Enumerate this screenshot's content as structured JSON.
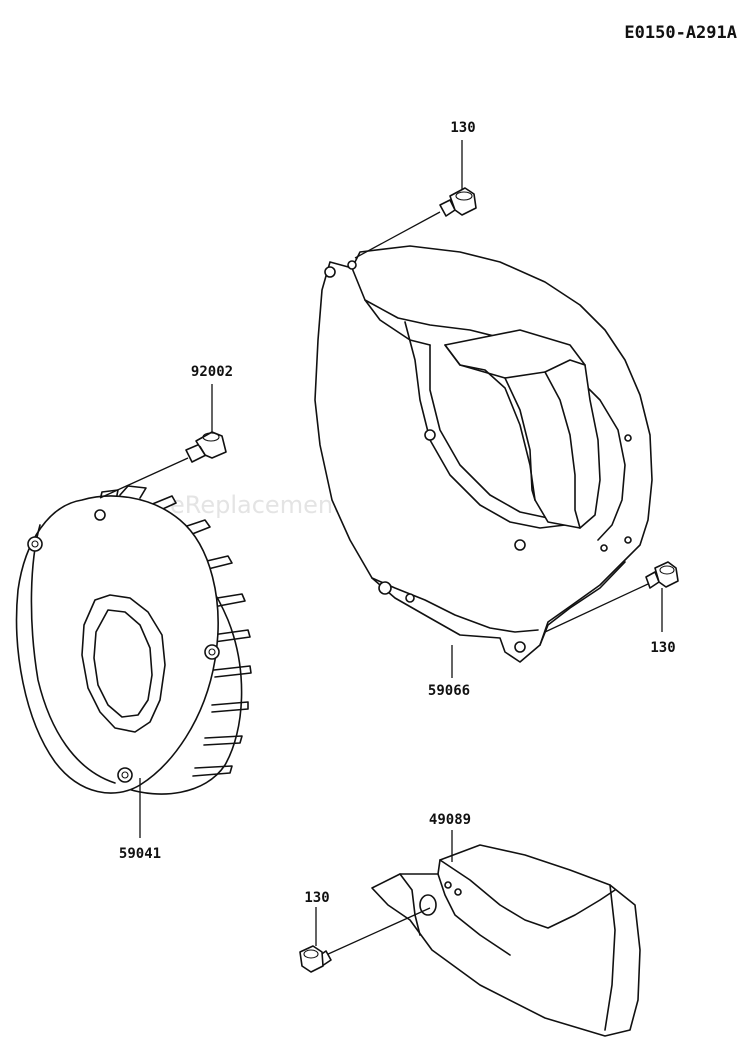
{
  "diagram": {
    "code": "E0150-A291A",
    "watermark": "eReplacementParts.com",
    "parts": {
      "bolt_top": "130",
      "bolt_right": "130",
      "bolt_bottom": "130",
      "bolt_fan": "92002",
      "fan": "59041",
      "fan_housing": "59066",
      "cover": "49089"
    }
  }
}
